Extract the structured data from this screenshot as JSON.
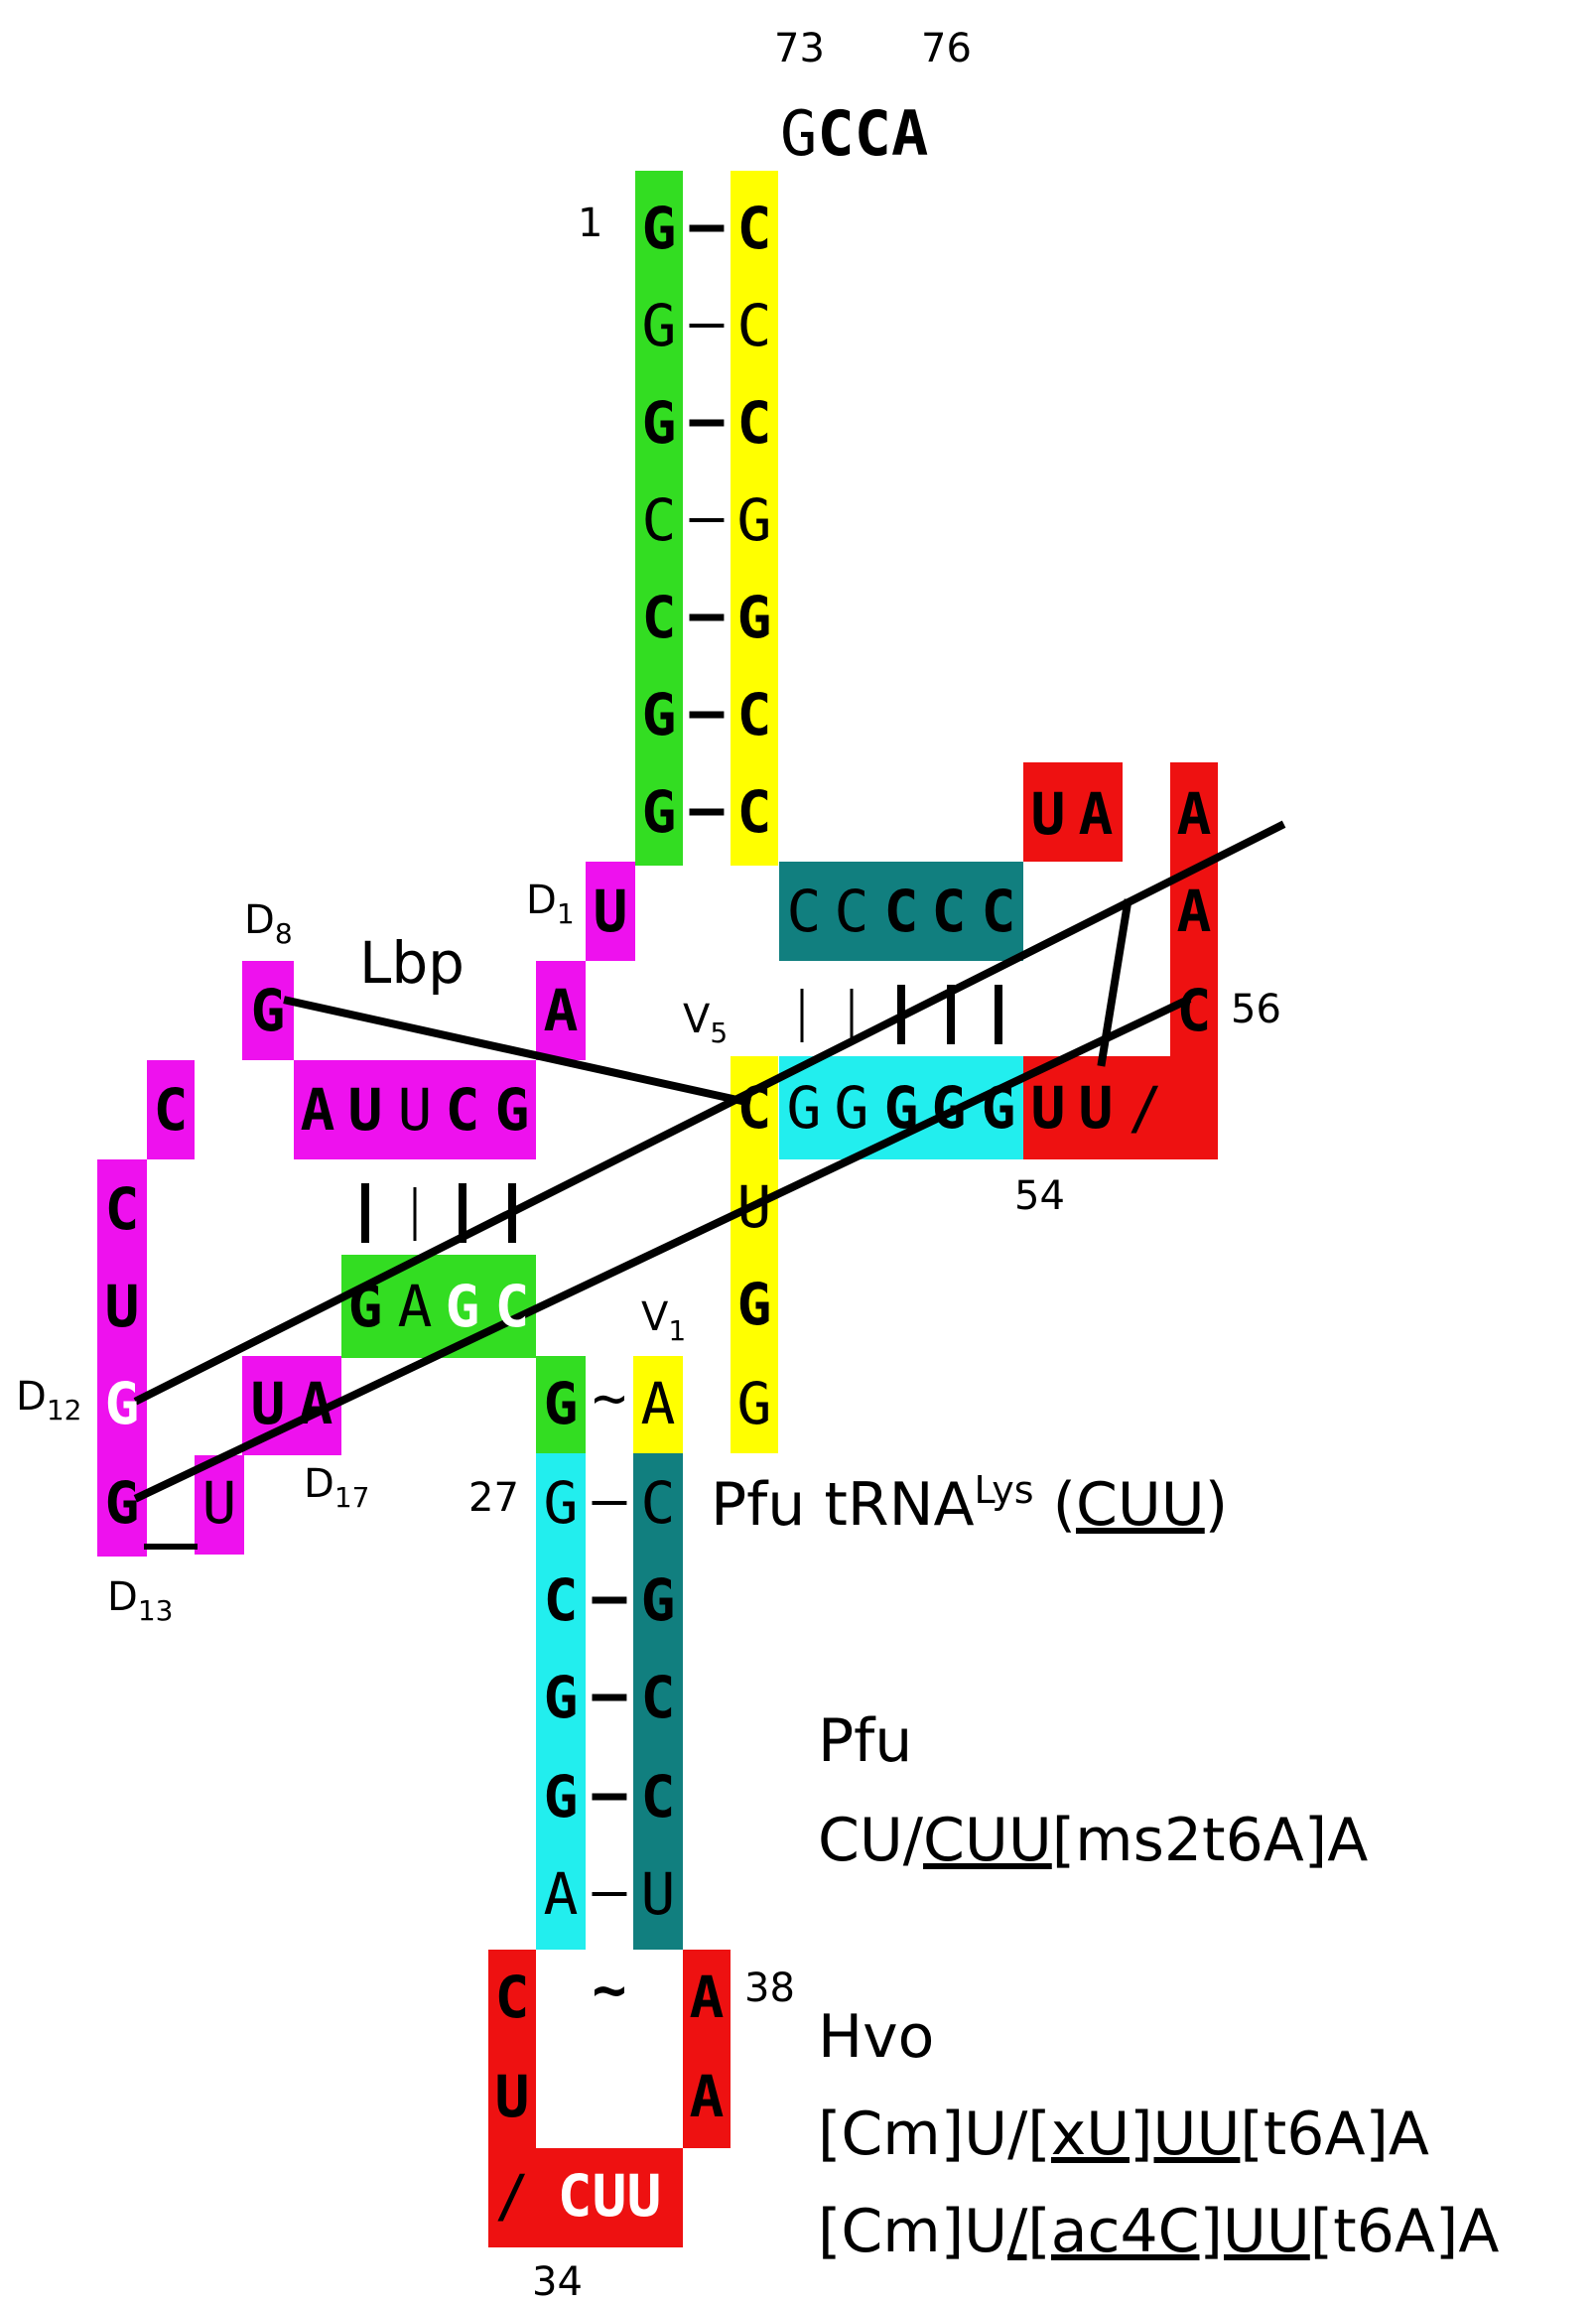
{
  "colors": {
    "acceptor_5p": "#33dd22",
    "acceptor_3p": "#ffff00",
    "d_arm": "#ee11ee",
    "t_arm_5p": "#117f7f",
    "t_arm_3p": "#22eeee",
    "loop": "#ee1111",
    "anticodon_5p": "#22eeee",
    "anticodon_3p": "#117f7f",
    "variable": "#ffff00",
    "text": "#000000",
    "white_text": "#ffffff"
  },
  "position_labels": {
    "p73": "73",
    "p76": "76",
    "p1": "1",
    "p56": "56",
    "p54": "54",
    "p27": "27",
    "p38": "38",
    "p34": "34"
  },
  "d_labels": {
    "d8": "D",
    "d8_sub": "8",
    "d1": "D",
    "d1_sub": "1",
    "d12": "D",
    "d12_sub": "12",
    "d17": "D",
    "d17_sub": "17",
    "d13": "D",
    "d13_sub": "13",
    "v5": "V",
    "v5_sub": "5",
    "v1": "V",
    "v1_sub": "1"
  },
  "lbp_label": "Lbp",
  "cca_tail": {
    "g": "G",
    "cca": "CCA"
  },
  "acceptor_stem": {
    "left": [
      "G",
      "G",
      "G",
      "C",
      "C",
      "G",
      "G"
    ],
    "right": [
      "C",
      "C",
      "C",
      "G",
      "G",
      "C",
      "C"
    ],
    "pair_symbol": "–"
  },
  "d_arm": {
    "d1_u": "U",
    "a": "A",
    "g_d8": "G",
    "auucg": [
      "A",
      "U",
      "U",
      "C",
      "G"
    ],
    "c_top": "C",
    "loop_c": "C",
    "loop_u": "U",
    "loop_g_white": "G",
    "loop_g": "G",
    "loop_u_small": "U",
    "ua": [
      "U",
      "A"
    ],
    "gagc": [
      "G",
      "A",
      "G",
      "C"
    ]
  },
  "t_arm": {
    "ua_top": [
      "U",
      "A"
    ],
    "right_col": [
      "A",
      "A",
      "C"
    ],
    "cccccc": [
      "C",
      "C",
      "C",
      "C",
      "C"
    ],
    "ggggg": [
      "G",
      "G",
      "G",
      "G",
      "G"
    ],
    "uu": [
      "U",
      "U"
    ],
    "slash": "/"
  },
  "variable_col": [
    "C",
    "U",
    "G",
    "G"
  ],
  "v1_pair": {
    "g": "G",
    "tilde": "~",
    "a": "A"
  },
  "anticodon_stem": {
    "left": [
      "G",
      "C",
      "G",
      "G",
      "A"
    ],
    "right": [
      "C",
      "G",
      "C",
      "C",
      "U"
    ],
    "pair_symbol": "–"
  },
  "anticodon_loop": {
    "left": [
      "C",
      "U"
    ],
    "right": [
      "A",
      "A"
    ],
    "tilde": "~",
    "bottom_slash": "/",
    "bottom_cuu": "CUU"
  },
  "title": {
    "pre": "Pfu tRNA",
    "sup": "Lys",
    "open": " (",
    "codon": "CUU",
    "close": ")"
  },
  "pfu_block": {
    "name": "Pfu",
    "seq_pre": "CU/",
    "seq_underlined": "CUU",
    "seq_post": "[ms2t6A]A"
  },
  "hvo_block": {
    "name": "Hvo",
    "line1_pre": "[Cm]U/",
    "line1_underlined": "[xU]UU",
    "line1_post": "[t6A]A",
    "line2_pre": "[Cm]U",
    "line2_underlined": "/[ac4C]UU",
    "line2_post": "[t6A]A"
  }
}
